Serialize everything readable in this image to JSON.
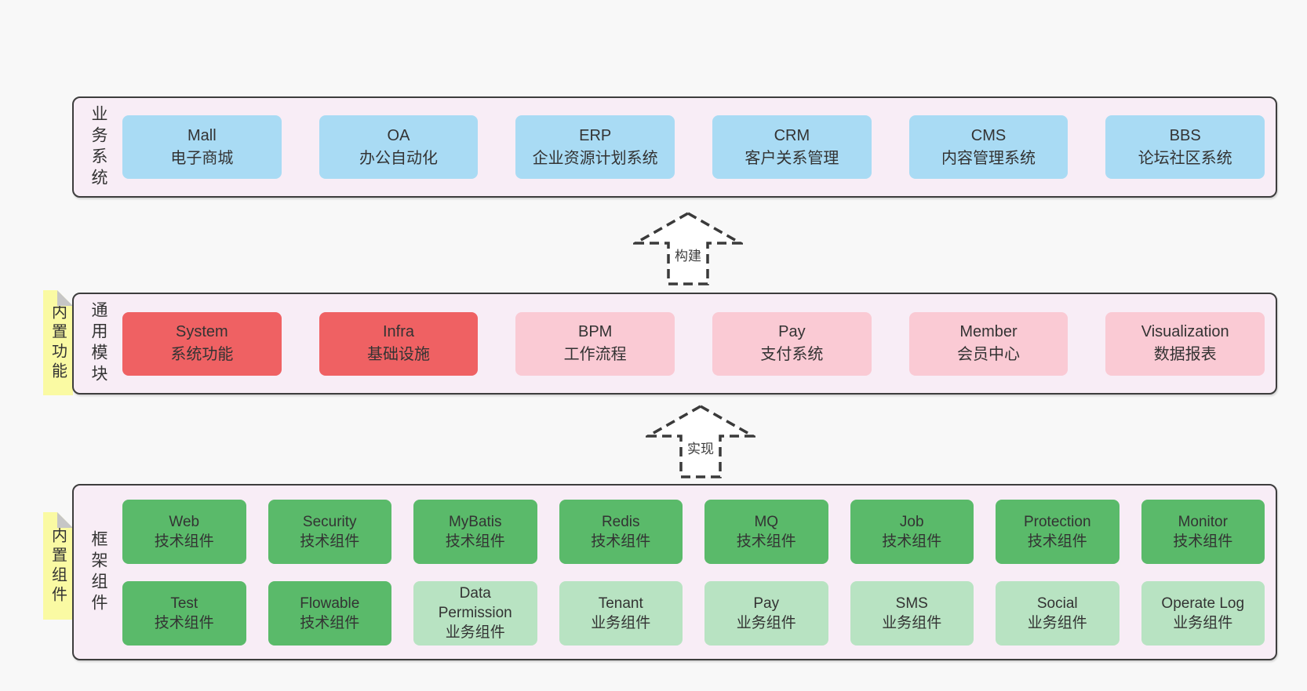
{
  "colors": {
    "page_bg": "#f8f8f8",
    "band_bg": "#f8edf6",
    "band_border": "#3d3d3d",
    "blue": "#a9dbf4",
    "red": "#ef6163",
    "pink": "#facad4",
    "green_dark": "#5aba6a",
    "green_light": "#b8e3c2",
    "sticky_yellow": "#fafaa3",
    "sticky_fold": "#c6c6c6",
    "text": "#333333"
  },
  "arrows": [
    {
      "label": "构建"
    },
    {
      "label": "实现"
    }
  ],
  "bands": [
    {
      "label": "业务系统",
      "rows": [
        [
          {
            "name": "Mall",
            "desc": "电子商城",
            "color": "blue"
          },
          {
            "name": "OA",
            "desc": "办公自动化",
            "color": "blue"
          },
          {
            "name": "ERP",
            "desc": "企业资源计划系统",
            "color": "blue"
          },
          {
            "name": "CRM",
            "desc": "客户关系管理",
            "color": "blue"
          },
          {
            "name": "CMS",
            "desc": "内容管理系统",
            "color": "blue"
          },
          {
            "name": "BBS",
            "desc": "论坛社区系统",
            "color": "blue"
          }
        ]
      ]
    },
    {
      "label": "通用模块",
      "sticky": "内置功能",
      "rows": [
        [
          {
            "name": "System",
            "desc": "系统功能",
            "color": "red"
          },
          {
            "name": "Infra",
            "desc": "基础设施",
            "color": "red"
          },
          {
            "name": "BPM",
            "desc": "工作流程",
            "color": "pink"
          },
          {
            "name": "Pay",
            "desc": "支付系统",
            "color": "pink"
          },
          {
            "name": "Member",
            "desc": "会员中心",
            "color": "pink"
          },
          {
            "name": "Visualization",
            "desc": "数据报表",
            "color": "pink"
          }
        ]
      ]
    },
    {
      "label": "框架组件",
      "sticky": "内置组件",
      "rows": [
        [
          {
            "name": "Web",
            "desc": "技术组件",
            "color": "green_dark"
          },
          {
            "name": "Security",
            "desc": "技术组件",
            "color": "green_dark"
          },
          {
            "name": "MyBatis",
            "desc": "技术组件",
            "color": "green_dark"
          },
          {
            "name": "Redis",
            "desc": "技术组件",
            "color": "green_dark"
          },
          {
            "name": "MQ",
            "desc": "技术组件",
            "color": "green_dark"
          },
          {
            "name": "Job",
            "desc": "技术组件",
            "color": "green_dark"
          },
          {
            "name": "Protection",
            "desc": "技术组件",
            "color": "green_dark"
          },
          {
            "name": "Monitor",
            "desc": "技术组件",
            "color": "green_dark"
          }
        ],
        [
          {
            "name": "Test",
            "desc": "技术组件",
            "color": "green_dark"
          },
          {
            "name": "Flowable",
            "desc": "技术组件",
            "color": "green_dark"
          },
          {
            "name": "Data Permission",
            "desc": "业务组件",
            "color": "green_light"
          },
          {
            "name": "Tenant",
            "desc": "业务组件",
            "color": "green_light"
          },
          {
            "name": "Pay",
            "desc": "业务组件",
            "color": "green_light"
          },
          {
            "name": "SMS",
            "desc": "业务组件",
            "color": "green_light"
          },
          {
            "name": "Social",
            "desc": "业务组件",
            "color": "green_light"
          },
          {
            "name": "Operate Log",
            "desc": "业务组件",
            "color": "green_light"
          }
        ]
      ]
    }
  ]
}
